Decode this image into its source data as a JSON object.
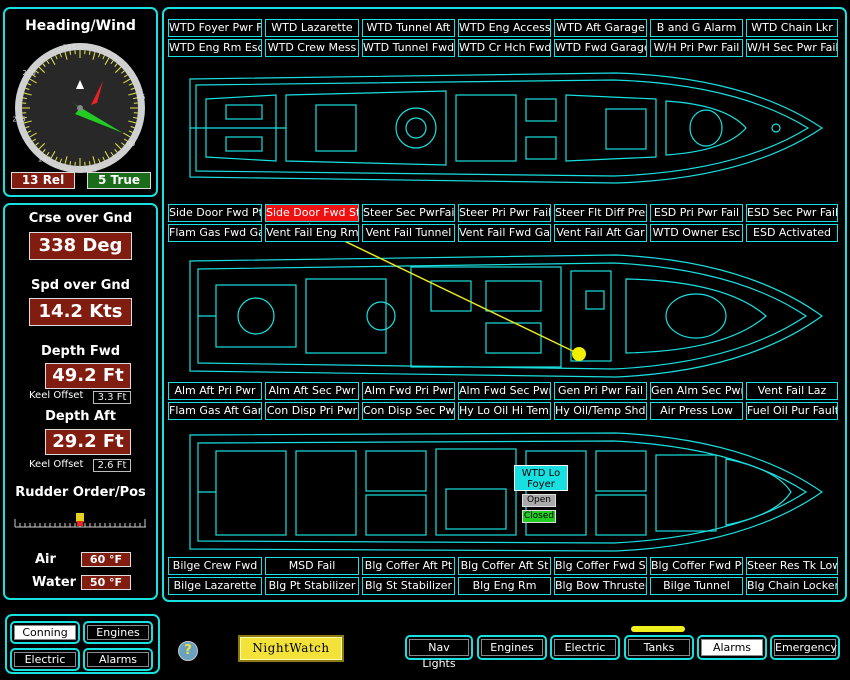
{
  "heading": {
    "title": "Heading/Wind",
    "compass_labels": [
      "270",
      "315",
      "0",
      "45",
      "90",
      "135",
      "180",
      "225"
    ],
    "rel": "13 Rel",
    "true": "5 True"
  },
  "nav": {
    "course_title": "Crse over Gnd",
    "course_value": "338 Deg",
    "speed_title": "Spd over Gnd",
    "speed_value": "14.2 Kts",
    "depth_fwd_title": "Depth Fwd",
    "depth_fwd_value": "49.2 Ft",
    "keel_offset_label": "Keel Offset",
    "keel_offset_fwd": "3.3 Ft",
    "depth_aft_title": "Depth Aft",
    "depth_aft_value": "29.2 Ft",
    "keel_offset_aft": "2.6 Ft",
    "rudder_title": "Rudder Order/Pos",
    "air_label": "Air",
    "air_value": "60 °F",
    "water_label": "Water",
    "water_value": "50 °F"
  },
  "alarm_rows": [
    [
      "WTD Foyer Pwr Fl",
      "WTD Lazarette",
      "WTD Tunnel Aft",
      "WTD Eng Access",
      "WTD Aft Garage",
      "B and G Alarm",
      "WTD Chain Lkr"
    ],
    [
      "WTD Eng Rm Esc",
      "WTD Crew Mess",
      "WTD Tunnel Fwd",
      "WTD Cr Hch Fwd",
      "WTD Fwd Garage",
      "W/H Pri Pwr Fail",
      "W/H Sec Pwr Fail"
    ],
    [
      "Side Door Fwd Pt",
      "Side Door Fwd St",
      "Steer Sec PwrFail",
      "Steer Pri Pwr Fail",
      "Steer Flt Diff Pres",
      "ESD Pri Pwr Fail",
      "ESD Sec Pwr Fail"
    ],
    [
      "Flam Gas Fwd Gar",
      "Vent Fail Eng Rm",
      "Vent Fail Tunnel",
      "Vent Fail Fwd Gar",
      "Vent Fail Aft Gar",
      "WTD Owner Esc",
      "ESD Activated"
    ],
    [
      "Alm Aft Pri Pwr",
      "Alm Aft Sec Pwr",
      "Alm Fwd Pri Pwr",
      "Alm Fwd Sec Pwr",
      "Gen Pri Pwr Fail",
      "Gen Alm Sec Pwr",
      "Vent Fail Laz"
    ],
    [
      "Flam Gas Aft Gar",
      "Con Disp Pri Pwr",
      "Con Disp Sec Pwr",
      "Hy Lo Oil Hi Temp",
      "Hy Oil/Temp Shdn",
      "Air Press Low",
      "Fuel Oil Pur Fault"
    ],
    [
      "Bilge Crew Fwd",
      "MSD Fail",
      "Blg Coffer Aft Pt",
      "Blg Coffer Aft St",
      "Blg Coffer Fwd St",
      "Blg Coffer Fwd Pt",
      "Steer Res Tk Low"
    ],
    [
      "Bilge Lazarette",
      "Blg Pt Stabilizer",
      "Blg St Stabilizer",
      "Blg Eng Rm",
      "Blg Bow Thruster",
      "Bilge Tunnel",
      "Blg Chain Locker"
    ]
  ],
  "active_alarm": "Side Door Fwd St",
  "popup": {
    "title": "WTD Lo Foyer",
    "open": "Open",
    "closed": "Closed"
  },
  "left_nav": [
    "Conning",
    "Engines",
    "Electric",
    "Alarms"
  ],
  "left_nav_selected": "Conning",
  "help": "?",
  "logo": "NightWatch",
  "bottom_nav": [
    "Nav Lights",
    "Engines",
    "Electric",
    "Tanks",
    "Alarms",
    "Emergency"
  ],
  "bottom_nav_selected": "Alarms",
  "colors": {
    "accent": "#19e0e0",
    "alarm_red": "#ee1111",
    "value_bg": "#801c10",
    "true_green": "#1a6b1a",
    "logo_yellow": "#f3e23a"
  }
}
